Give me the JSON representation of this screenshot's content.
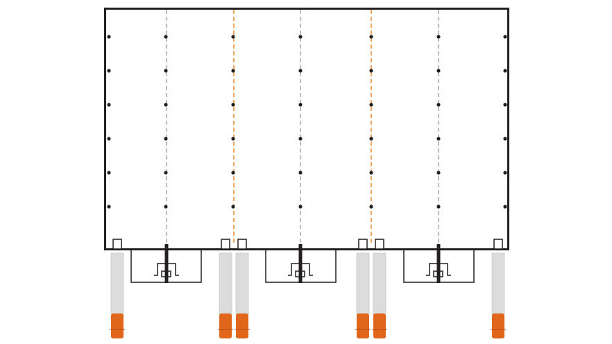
{
  "diagram": {
    "type": "warehouse-floor-plan",
    "column_grid": {
      "columns": 7,
      "rows": 6
    },
    "dock_doors": 6,
    "trucks": 6,
    "canopies": 3,
    "colors": {
      "wall": "#231f20",
      "gray_divider": "#a7a9ac",
      "orange_divider": "#e8892e",
      "trailer": "#dcdcdc",
      "cab": "#e0661b",
      "column_dot": "#231f20"
    }
  }
}
